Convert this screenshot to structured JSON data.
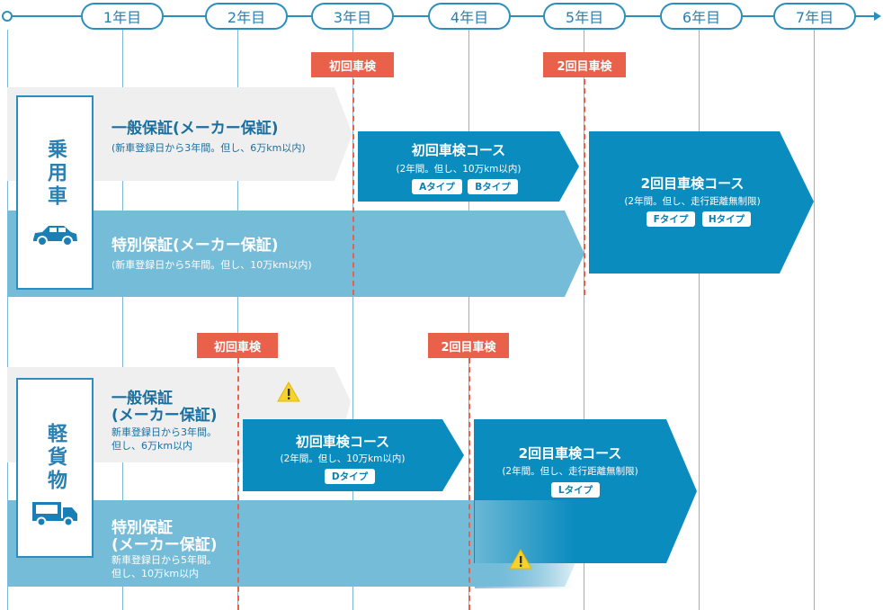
{
  "timeline": {
    "years": [
      "1年目",
      "2年目",
      "3年目",
      "4年目",
      "5年目",
      "6年目",
      "7年目"
    ]
  },
  "passenger": {
    "category": "乗用車",
    "inspections": {
      "first": "初回車検",
      "second": "2回目車検"
    },
    "general": {
      "title": "一般保証(メーカー保証)",
      "desc": "(新車登録日から3年間。但し、6万km以内)"
    },
    "special": {
      "title": "特別保証(メーカー保証)",
      "desc": "(新車登録日から5年間。但し、10万km以内)"
    },
    "course1": {
      "title": "初回車検コース",
      "desc": "(2年間。但し、10万km以内)",
      "types": [
        "Aタイプ",
        "Bタイプ"
      ]
    },
    "course2": {
      "title": "2回目車検コース",
      "desc": "(2年間。但し、走行距離無制限)",
      "types": [
        "Fタイプ",
        "Hタイプ"
      ]
    }
  },
  "light_truck": {
    "category": "軽貨物",
    "inspections": {
      "first": "初回車検",
      "second": "2回目車検"
    },
    "general": {
      "title_line1": "一般保証",
      "title_line2": "(メーカー保証)",
      "desc_line1": "新車登録日から3年間。",
      "desc_line2": "但し、6万km以内"
    },
    "special": {
      "title_line1": "特別保証",
      "title_line2": "(メーカー保証)",
      "desc_line1": "新車登録日から5年間。",
      "desc_line2": "但し、10万km以内"
    },
    "course1": {
      "title": "初回車検コース",
      "desc": "(2年間。但し、10万km以内)",
      "types": [
        "Dタイプ"
      ]
    },
    "course2": {
      "title": "2回目車検コース",
      "desc": "(2年間。但し、走行距離無制限)",
      "types": [
        "Lタイプ"
      ]
    }
  },
  "colors": {
    "dark_blue": "#0b8cbf",
    "light_blue": "#74bcd8",
    "gray": "#efefef",
    "red": "#e9614b",
    "warning": "#f6d22c"
  },
  "icons": [
    "car-icon",
    "truck-icon",
    "warning-icon",
    "arrow-right-icon"
  ]
}
